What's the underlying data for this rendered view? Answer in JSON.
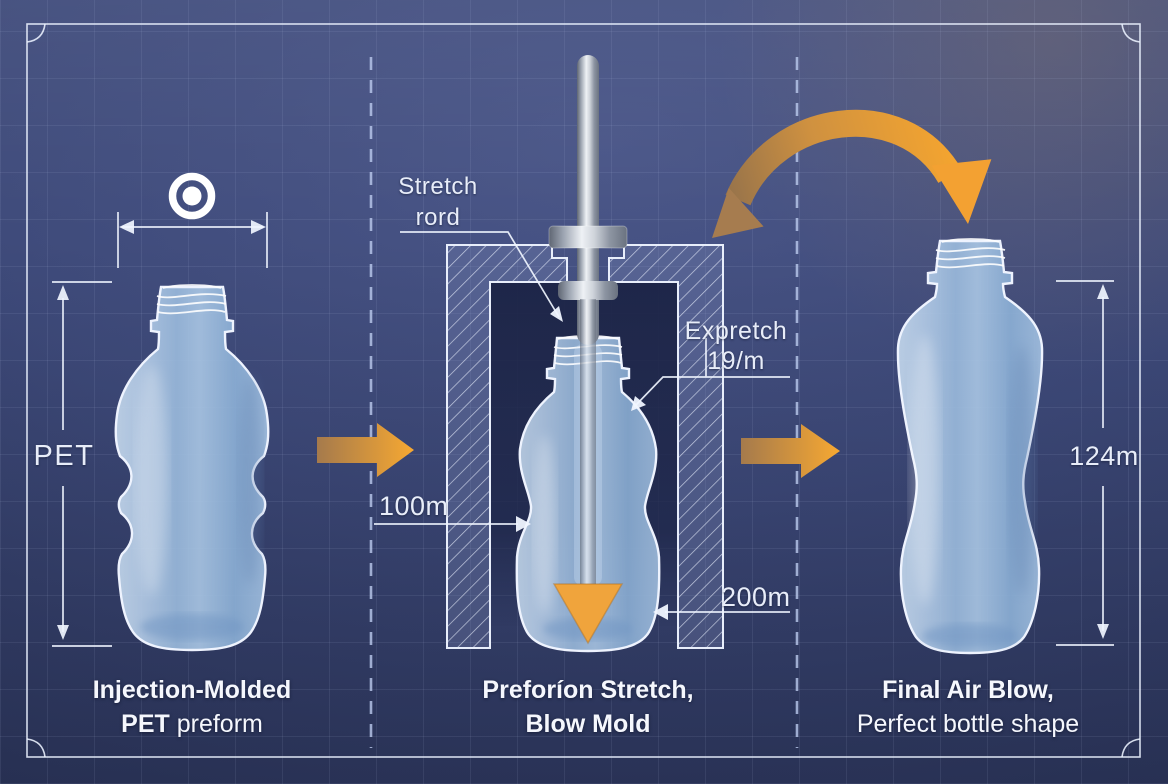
{
  "colors": {
    "background": "#3e4a78",
    "accent_orange": "#f2a138",
    "line_white": "#eef3fe",
    "bottle_blue": "#a9c6e4",
    "cavity_navy": "#1e2648"
  },
  "icons": {
    "target_circle": "concentric-rings-target",
    "flow_arrow_1": "right-arrow",
    "flow_arrow_2": "right-arrow",
    "transfer_arrow": "curved-arc-double-arrow",
    "stretch_arrow": "down-arrow"
  },
  "labels": {
    "pet": "PET",
    "stretch_rod_line1": "Stretch",
    "stretch_rod_line2": "rord",
    "expand_line1": "Expretch",
    "expand_line2": "19/m",
    "dim_waist": "100m",
    "dim_base": "200m",
    "dim_height": "124m"
  },
  "captions": {
    "step1_line1": "Injection-Molded",
    "step1_line2_bold": "PET",
    "step1_line2_rest": " preform",
    "step2_line1": "Preforíon Stretch,",
    "step2_line2": "Blow Mold",
    "step3_line1": "Final Air Blow,",
    "step3_line2": "Perfect bottle shape"
  }
}
